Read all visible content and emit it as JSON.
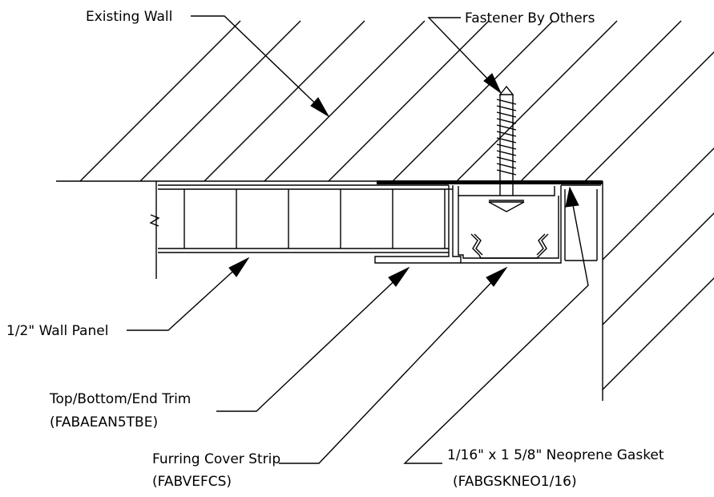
{
  "labels": {
    "existing_wall": "Existing Wall",
    "fastener": "Fastener By Others",
    "wall_panel": "1/2\" Wall Panel",
    "trim_name": "Top/Bottom/End Trim",
    "trim_code": "(FABAEAN5TBE)",
    "furring_name": "Furring Cover Strip",
    "furring_code": "(FABVEFCS)",
    "gasket_name": "1/16\" x 1 5/8\" Neoprene Gasket",
    "gasket_code": "(FABGSKNEO1/16)"
  },
  "colors": {
    "line": "#000000",
    "background": "#ffffff"
  }
}
